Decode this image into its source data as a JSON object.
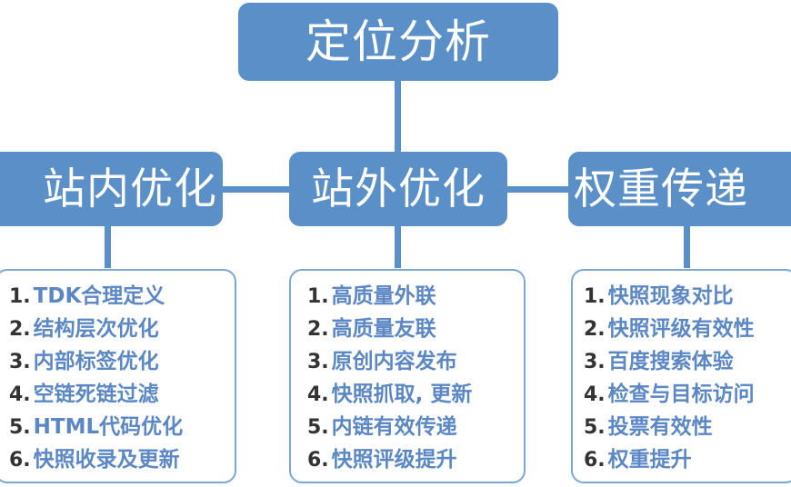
{
  "diagram": {
    "title_box": {
      "label": "定位分析"
    },
    "branches": [
      {
        "id": "onsite",
        "label": "站内优化"
      },
      {
        "id": "offsite",
        "label": "站外优化"
      },
      {
        "id": "weight",
        "label": "权重传递"
      }
    ],
    "lists": {
      "onsite": [
        {
          "num": "1.",
          "text": "TDK合理定义"
        },
        {
          "num": "2.",
          "text": "结构层次优化"
        },
        {
          "num": "3.",
          "text": "内部标签优化"
        },
        {
          "num": "4.",
          "text": "空链死链过滤"
        },
        {
          "num": "5.",
          "text": "HTML代码优化"
        },
        {
          "num": "6.",
          "text": "快照收录及更新"
        }
      ],
      "offsite": [
        {
          "num": "1.",
          "text": "高质量外联"
        },
        {
          "num": "2.",
          "text": "高质量友联"
        },
        {
          "num": "3.",
          "text": "原创内容发布"
        },
        {
          "num": "4.",
          "text": "快照抓取, 更新"
        },
        {
          "num": "5.",
          "text": "内链有效传递"
        },
        {
          "num": "6.",
          "text": "快照评级提升"
        }
      ],
      "weight": [
        {
          "num": "1.",
          "text": "快照现象对比"
        },
        {
          "num": "2.",
          "text": "快照评级有效性"
        },
        {
          "num": "3.",
          "text": "百度搜索体验"
        },
        {
          "num": "4.",
          "text": "检查与目标访问"
        },
        {
          "num": "5.",
          "text": "投票有效性"
        },
        {
          "num": "6.",
          "text": "权重提升"
        }
      ]
    },
    "colors": {
      "node_fill": "#5b8fc7",
      "node_text": "#ffffff",
      "connector": "#5b8fc7",
      "list_border": "#7ba7d7",
      "list_text": "#5b87c5",
      "list_number": "#333333",
      "background": "#ffffff"
    }
  }
}
